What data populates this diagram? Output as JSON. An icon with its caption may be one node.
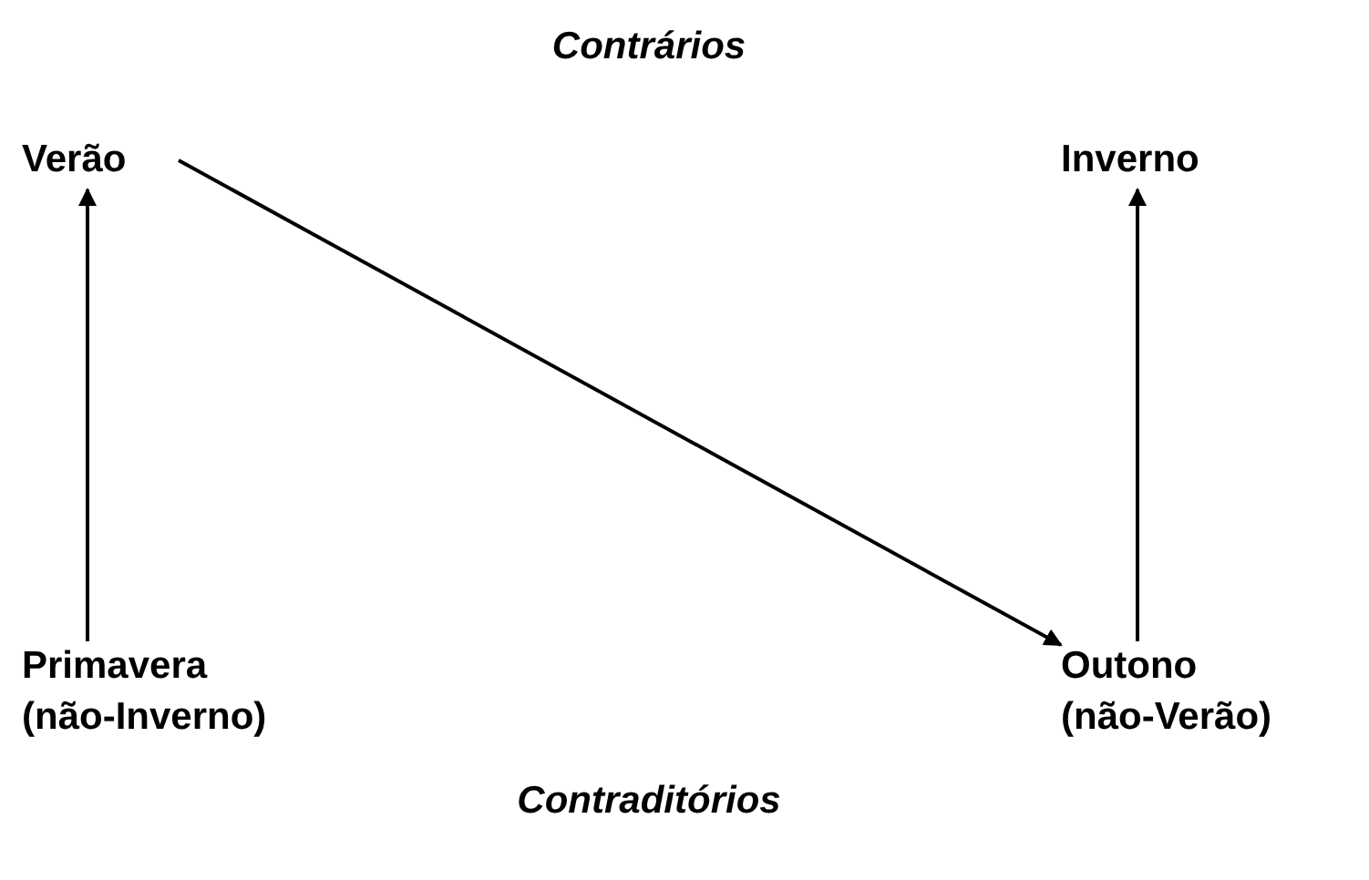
{
  "diagram": {
    "nodes": [
      {
        "text": [
          "Verão"
        ]
      },
      {
        "text": [
          "Inverno"
        ]
      },
      {
        "text": [
          "Primavera",
          "(não-Inverno)"
        ]
      },
      {
        "text": [
          "Outono",
          "(não-Verão)"
        ]
      }
    ],
    "edges": [
      {
        "from": 2,
        "to": 0,
        "arrow": "to"
      },
      {
        "from": 3,
        "to": 1,
        "arrow": "to"
      },
      {
        "from": 0,
        "to": 3,
        "arrow": "to"
      }
    ],
    "labels": [
      "Contrários",
      "Contraditórios"
    ]
  }
}
